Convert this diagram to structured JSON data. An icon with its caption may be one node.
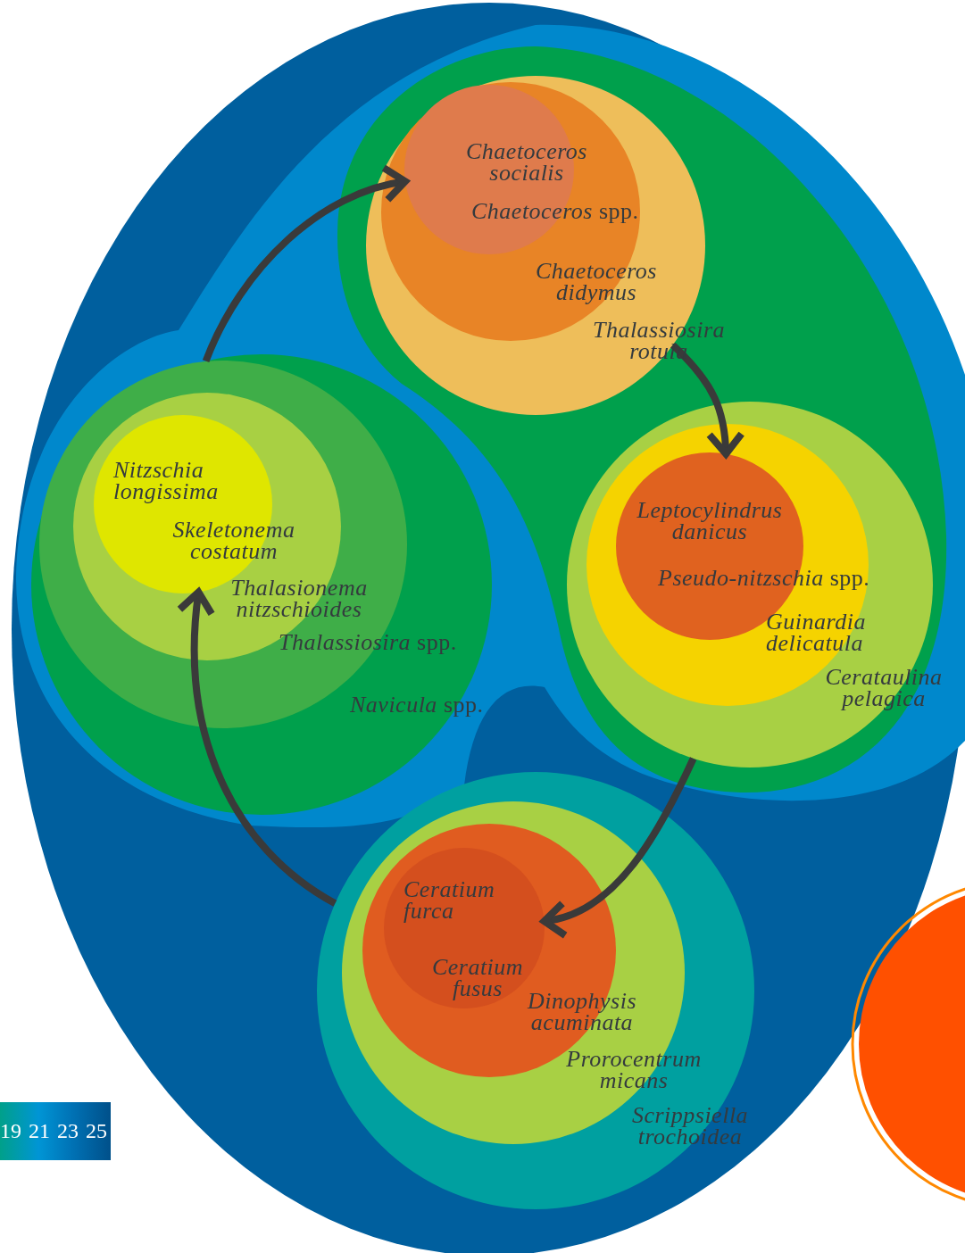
{
  "diagram": {
    "nodes": [
      {
        "text": [
          "Thalassiosira rotula"
        ]
      },
      {
        "text": [
          "Chaetoceros didymus"
        ],
        "in": 0
      },
      {
        "text": [
          "Chaetoceros socialis",
          "*Chaetoceros* spp."
        ],
        "in": 1
      },
      {
        "text": [
          "*Navicula* spp."
        ]
      },
      {
        "text": [
          "*Thalassiosira* spp."
        ],
        "in": 3
      },
      {
        "text": [
          "Thalasionema nitzschioides"
        ],
        "in": 4
      },
      {
        "text": [
          "Nitzschia longissima",
          "Skeletonema costatum"
        ],
        "in": 5
      },
      {
        "text": [
          "Cerataulina pelagica"
        ]
      },
      {
        "text": [
          "Guinardia delicatula"
        ],
        "in": 7
      },
      {
        "text": [
          "Leptocylindrus danicus",
          "*Pseudo-nitzschia* spp."
        ],
        "in": 8
      },
      {
        "text": [
          "Scrippsiella trochoidea"
        ]
      },
      {
        "text": [
          "Prorocentrum micans"
        ],
        "in": 10
      },
      {
        "text": [
          "Dinophysis acuminata"
        ],
        "in": 11
      },
      {
        "text": [
          "Ceratium furca",
          "Ceratium fusus"
        ],
        "in": 12
      }
    ],
    "edges": [
      {
        "from": 3,
        "to": 2,
        "arrow": "to"
      },
      {
        "from": 0,
        "to": 9,
        "arrow": "to"
      },
      {
        "from": 7,
        "to": 13,
        "arrow": "to"
      },
      {
        "from": 10,
        "to": 6,
        "arrow": "to"
      }
    ],
    "labels": [
      "19",
      "21",
      "23",
      "25"
    ]
  }
}
